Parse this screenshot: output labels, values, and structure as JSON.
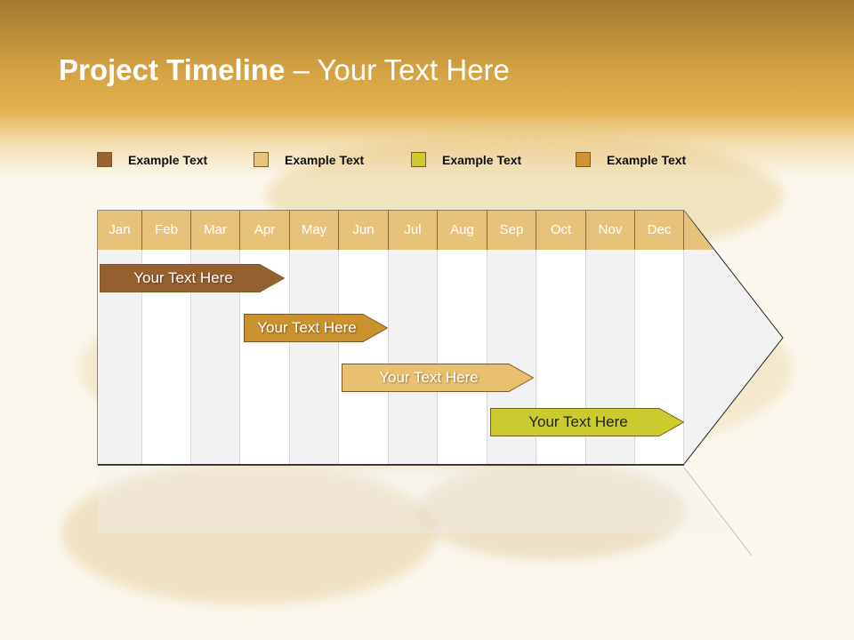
{
  "title": {
    "bold": "Project Timeline",
    "rest": " – Your Text Here"
  },
  "legend": [
    {
      "label": "Example Text",
      "color": "#9A6230"
    },
    {
      "label": "Example Text",
      "color": "#E8C37A"
    },
    {
      "label": "Example Text",
      "color": "#CDCB30"
    },
    {
      "label": "Example Text",
      "color": "#CC9432"
    }
  ],
  "months": [
    "Jan",
    "Feb",
    "Mar",
    "Apr",
    "May",
    "Jun",
    "Jul",
    "Aug",
    "Sep",
    "Oct",
    "Nov",
    "Dec"
  ],
  "tasks": [
    {
      "label": "Your  Text Here",
      "color": "#956030",
      "text_color": "#ffffff"
    },
    {
      "label": "Your  Text Here",
      "color": "#C9922E",
      "text_color": "#ffffff"
    },
    {
      "label": "Your  Text Here",
      "color": "#E8C070",
      "text_color": "#ffffff"
    },
    {
      "label": "Your  Text Here",
      "color": "#CBCB30",
      "text_color": "#222222"
    }
  ]
}
